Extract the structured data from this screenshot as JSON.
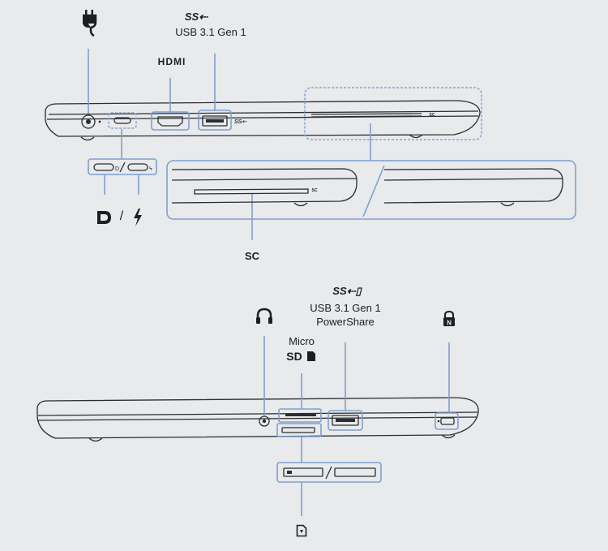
{
  "palette": {
    "background": "#e9eaec",
    "line": "#2b2d33",
    "callout": "#7f9fce",
    "callout_dashed": "#8aa6d2"
  },
  "top_view": {
    "power_icon": "power-plug-icon",
    "usb_a": {
      "logo": "SS⇠",
      "label": "USB 3.1 Gen 1"
    },
    "hdmi_label": "HDMI",
    "usb_c_options": [
      "displayport-icon",
      "thunderbolt-icon"
    ],
    "usb_c_separator": "/",
    "smart_card_label": "SC",
    "smart_card_slot_text": "SC"
  },
  "bottom_view": {
    "headset_icon": "headset-icon",
    "microsd": {
      "line1": "Micro",
      "line2": "SD"
    },
    "usb_a_powershare": {
      "logo": "SS⇠▯",
      "line1": "USB 3.1 Gen 1",
      "line2": "PowerShare"
    },
    "lock_icon": "noble-lock-icon",
    "sim_icon": "sim-card-icon",
    "sim_separator": "/"
  }
}
